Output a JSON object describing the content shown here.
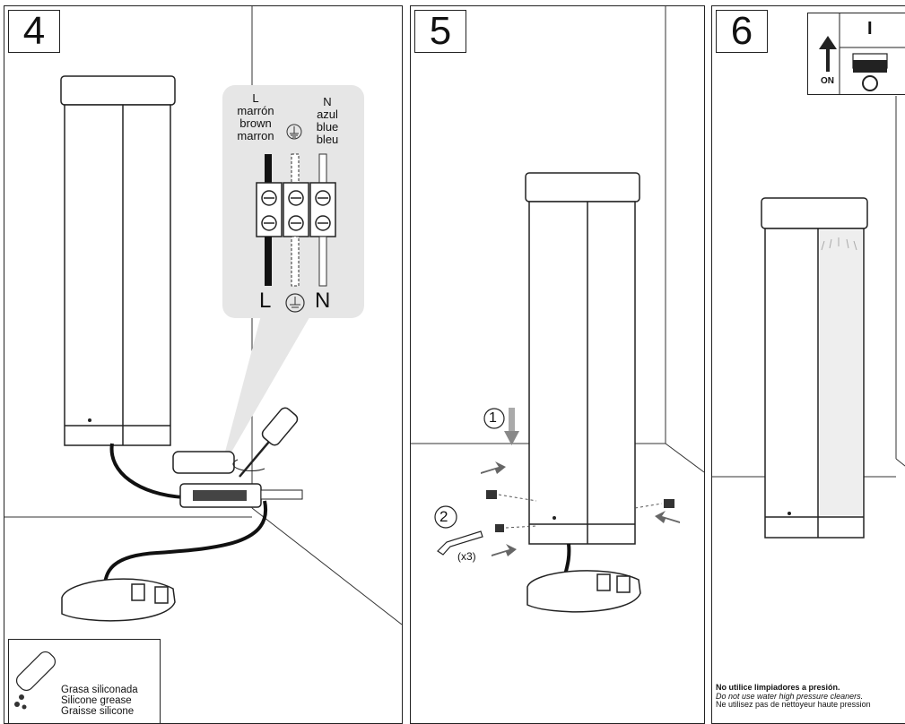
{
  "steps": {
    "step4": {
      "number": "4",
      "wiring": {
        "live_letter": "L",
        "live_name_es": "marrón",
        "live_name_en": "brown",
        "live_name_fr": "marron",
        "neutral_letter": "N",
        "neutral_name_es": "azul",
        "neutral_name_en": "blue",
        "neutral_name_fr": "bleu",
        "bottom_live": "L",
        "bottom_neutral": "N"
      },
      "grease": {
        "line_es": "Grasa siliconada",
        "line_en": "Silicone grease",
        "line_fr": "Graisse silicone"
      }
    },
    "step5": {
      "number": "5",
      "sub1": "1",
      "sub2": "2",
      "quantity": "(x3)"
    },
    "step6": {
      "number": "6",
      "switch_on_symbol": "I",
      "on_label": "ON",
      "switch_off_symbol": "O",
      "warning": {
        "es": "No utilice limpiadores a presión.",
        "en": "Do not use water high pressure cleaners.",
        "fr": "Ne utilisez pas de nettoyeur haute pression"
      }
    }
  },
  "colors": {
    "line": "#222222",
    "callout": "#e6e6e6",
    "cable": "#111111"
  }
}
